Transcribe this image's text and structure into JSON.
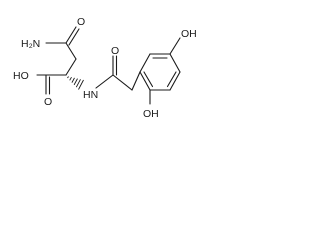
{
  "atoms": {
    "amide_n": "H₂N",
    "amide_o": "O",
    "acid_oh": "HO",
    "acid_o": "O",
    "nh": "HN",
    "carbonyl_o": "O",
    "ring_oh_top": "OH",
    "ring_oh_bottom": "OH"
  }
}
